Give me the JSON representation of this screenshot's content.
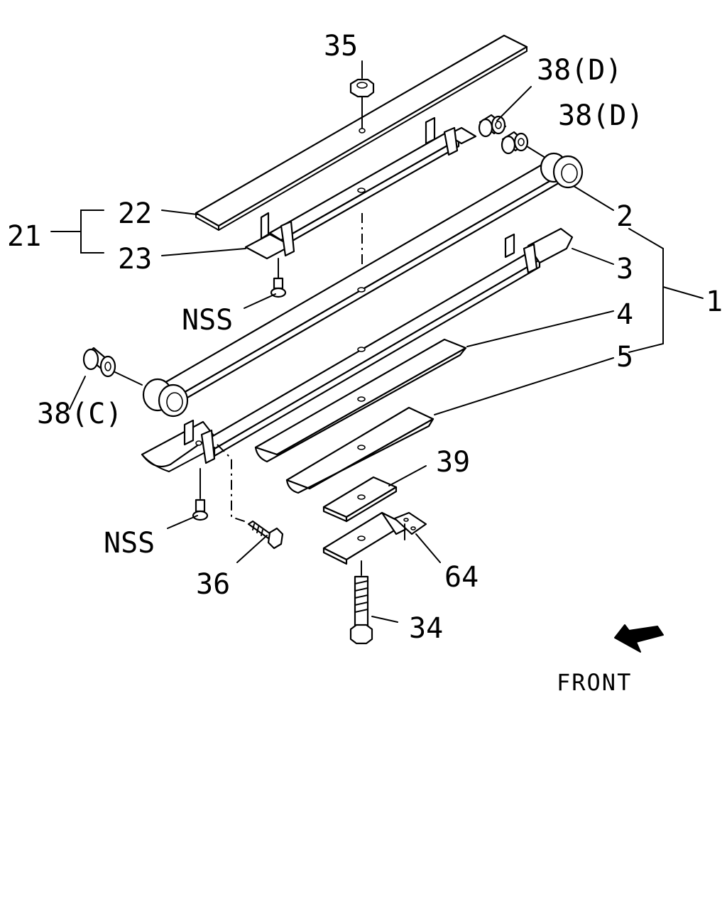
{
  "labels": {
    "p35": "35",
    "p38d_a": "38(D)",
    "p38d_b": "38(D)",
    "p2": "2",
    "p3": "3",
    "p1": "1",
    "p4": "4",
    "p5": "5",
    "p21": "21",
    "p22": "22",
    "p23": "23",
    "nss_top": "NSS",
    "p38c": "38(C)",
    "p39": "39",
    "nss_bottom": "NSS",
    "p36": "36",
    "p64": "64",
    "p34": "34"
  },
  "front_label": "FRONT",
  "colors": {
    "line": "#000000",
    "background": "#ffffff"
  }
}
